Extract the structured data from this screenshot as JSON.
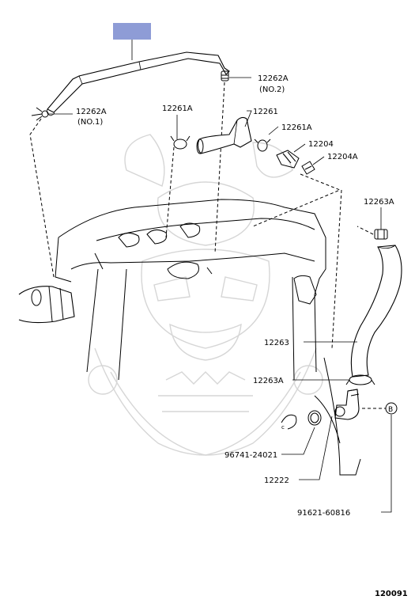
{
  "highlight_color": "#8e9cd6",
  "labels": {
    "p12262A_no1": "12262A",
    "p12262A_no1_sub": "(NO.1)",
    "p12262A_no2": "12262A",
    "p12262A_no2_sub": "(NO.2)",
    "p12261A_left": "12261A",
    "p12261": "12261",
    "p12261A_right": "12261A",
    "p12204": "12204",
    "p12204A": "12204A",
    "p12263A_top": "12263A",
    "p12263": "12263",
    "p12263A_mid": "12263A",
    "p96741": "96741-24021",
    "p12222": "12222",
    "p91621": "91621-60816",
    "ref_b": "B",
    "diagram_id": "120091"
  }
}
